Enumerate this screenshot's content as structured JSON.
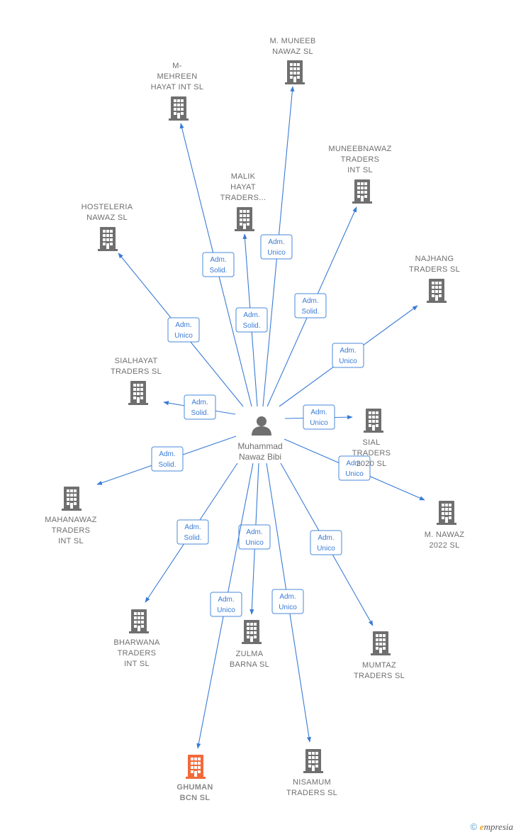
{
  "center": {
    "label_lines": [
      "Muhammad",
      "Nawaz Bibi"
    ],
    "icon": "person-icon"
  },
  "colors": {
    "edge": "#3a7bd5",
    "company": "#6f6f6f",
    "highlight": "#f26a3a"
  },
  "companies": [
    {
      "id": "m-muneeb",
      "label_lines": [
        "M.  MUNEEB",
        "NAWAZ  SL"
      ],
      "icon": "building-icon",
      "role": [
        "Adm.",
        "Unico"
      ]
    },
    {
      "id": "mehreen",
      "label_lines": [
        "M-",
        "MEHREEN",
        "HAYAT INT  SL"
      ],
      "icon": "building-icon",
      "role": [
        "Adm.",
        "Solid."
      ]
    },
    {
      "id": "muneebnawaz",
      "label_lines": [
        "MUNEEBNAWAZ",
        "TRADERS",
        "INT  SL"
      ],
      "icon": "building-icon",
      "role": [
        "Adm.",
        "Solid."
      ]
    },
    {
      "id": "malik",
      "label_lines": [
        "MALIK",
        "HAYAT",
        "TRADERS..."
      ],
      "icon": "building-icon",
      "role": [
        "Adm.",
        "Solid."
      ]
    },
    {
      "id": "hosteleria",
      "label_lines": [
        "HOSTELERIA",
        "NAWAZ  SL"
      ],
      "icon": "building-icon",
      "role": [
        "Adm.",
        "Unico"
      ]
    },
    {
      "id": "najhang",
      "label_lines": [
        "NAJHANG",
        "TRADERS  SL"
      ],
      "icon": "building-icon",
      "role": [
        "Adm.",
        "Unico"
      ]
    },
    {
      "id": "sialhayat",
      "label_lines": [
        "SIALHAYAT",
        "TRADERS  SL"
      ],
      "icon": "building-icon",
      "role": [
        "Adm.",
        "Solid."
      ]
    },
    {
      "id": "sial",
      "label_lines": [
        "SIAL",
        "TRADERS",
        "2020  SL"
      ],
      "icon": "building-icon",
      "role": [
        "Adm.",
        "Unico"
      ]
    },
    {
      "id": "mahanawaz",
      "label_lines": [
        "MAHANAWAZ",
        "TRADERS",
        "INT  SL"
      ],
      "icon": "building-icon",
      "role": [
        "Adm.",
        "Solid."
      ]
    },
    {
      "id": "m-nawaz-2022",
      "label_lines": [
        "M.  NAWAZ",
        "2022  SL"
      ],
      "icon": "building-icon",
      "role": [
        "Adm.",
        "Unico"
      ]
    },
    {
      "id": "bharwana",
      "label_lines": [
        "BHARWANA",
        "TRADERS",
        "INT  SL"
      ],
      "icon": "building-icon",
      "role": [
        "Adm.",
        "Solid."
      ]
    },
    {
      "id": "zulma",
      "label_lines": [
        "ZULMA",
        "BARNA SL"
      ],
      "icon": "building-icon",
      "role": [
        "Adm.",
        "Unico"
      ]
    },
    {
      "id": "mumtaz",
      "label_lines": [
        "MUMTAZ",
        "TRADERS  SL"
      ],
      "icon": "building-icon",
      "role": [
        "Adm.",
        "Unico"
      ]
    },
    {
      "id": "ghuman",
      "label_lines": [
        "GHUMAN",
        "BCN  SL"
      ],
      "icon": "building-icon",
      "role": [
        "Adm.",
        "Unico"
      ],
      "highlight": true
    },
    {
      "id": "nisamum",
      "label_lines": [
        "NISAMUM",
        "TRADERS  SL"
      ],
      "icon": "building-icon",
      "role": [
        "Adm.",
        "Unico"
      ]
    }
  ],
  "footer": {
    "copyright": "©",
    "brand_initial": "e",
    "brand_rest": "mpresia"
  }
}
